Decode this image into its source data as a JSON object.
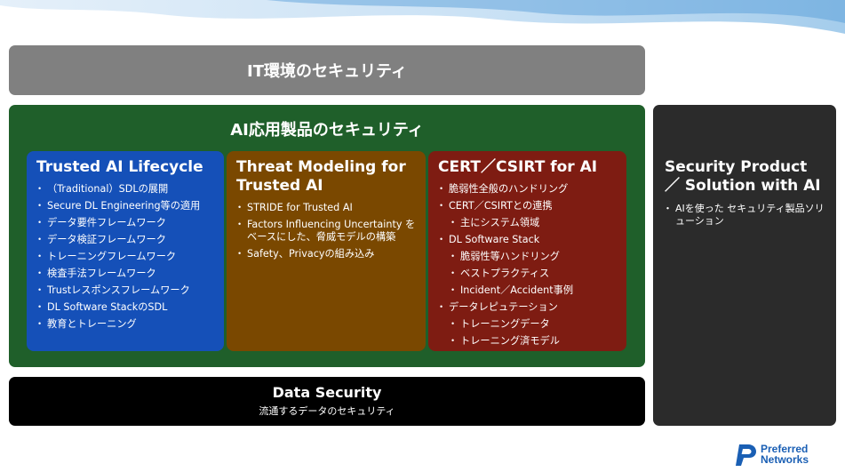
{
  "colors": {
    "it_env_bg": "#808080",
    "ai_products_bg": "#1f5f2a",
    "panel_blue": "#1550b8",
    "panel_brown": "#7a4800",
    "panel_red": "#7e1c12",
    "data_security_bg": "#000000",
    "security_product_bg": "#2b2b2b",
    "logo_blue": "#1a5fb4"
  },
  "it_security": {
    "title": "IT環境のセキュリティ"
  },
  "ai_products": {
    "title": "AI応用製品のセキュリティ",
    "panels": [
      {
        "title": "Trusted AI Lifecycle",
        "items": [
          "（Traditional）SDLの展開",
          "Secure DL Engineering等の適用",
          "データ要件フレームワーク",
          "データ検証フレームワーク",
          "トレーニングフレームワーク",
          "検査手法フレームワーク",
          "Trustレスポンスフレームワーク",
          "DL Software StackのSDL",
          "教育とトレーニング"
        ]
      },
      {
        "title": "Threat Modeling for Trusted AI",
        "items": [
          "STRIDE for Trusted AI",
          "Factors Influencing Uncertainty をベースにした、脅威モデルの構築",
          "Safety、Privacyの組み込み"
        ]
      },
      {
        "title": "CERT／CSIRT for AI",
        "items": [
          "脆弱性全般のハンドリング",
          "CERT／CSIRTとの連携",
          "主にシステム領域",
          "DL Software Stack",
          "脆弱性等ハンドリング",
          "ベストプラクティス",
          "Incident／Accident事例",
          "データレピュテーション",
          "トレーニングデータ",
          "トレーニング済モデル"
        ]
      }
    ]
  },
  "data_security": {
    "title": "Data Security",
    "subtitle": "流通するデータのセキュリティ"
  },
  "security_product": {
    "title": "Security Product ／ Solution with AI",
    "items": [
      "AIを使った セキュリティ製品ソリューション"
    ]
  },
  "logo": {
    "line1": "Preferred",
    "line2": "Networks",
    "icon": "pfn-logo-icon"
  }
}
